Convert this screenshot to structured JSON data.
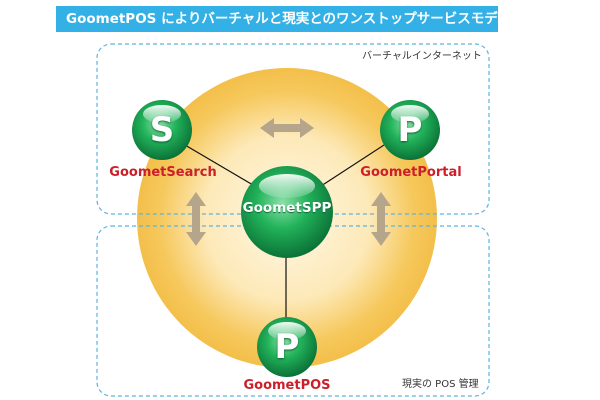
{
  "title": "GoometPOS によりバーチャルと現実とのワンストップサービスモデル",
  "regions": {
    "virtual_label": "バーチャルインターネット",
    "real_label": "現実の POS 管理"
  },
  "nodes": {
    "search": {
      "letter": "S",
      "label": "GoometSearch"
    },
    "portal": {
      "letter": "P",
      "label": "GoometPortal"
    },
    "center": {
      "label": "GoometSPP"
    },
    "pos": {
      "letter": "P",
      "label": "GoometPOS"
    }
  },
  "colors": {
    "title_bg": "#33b0e5",
    "node_green": "#13a04e",
    "label_red": "#cc1f2a",
    "glow": "#f7cf6a",
    "arrow": "#b5a58a",
    "dashed_border": "#5fb3dd"
  }
}
